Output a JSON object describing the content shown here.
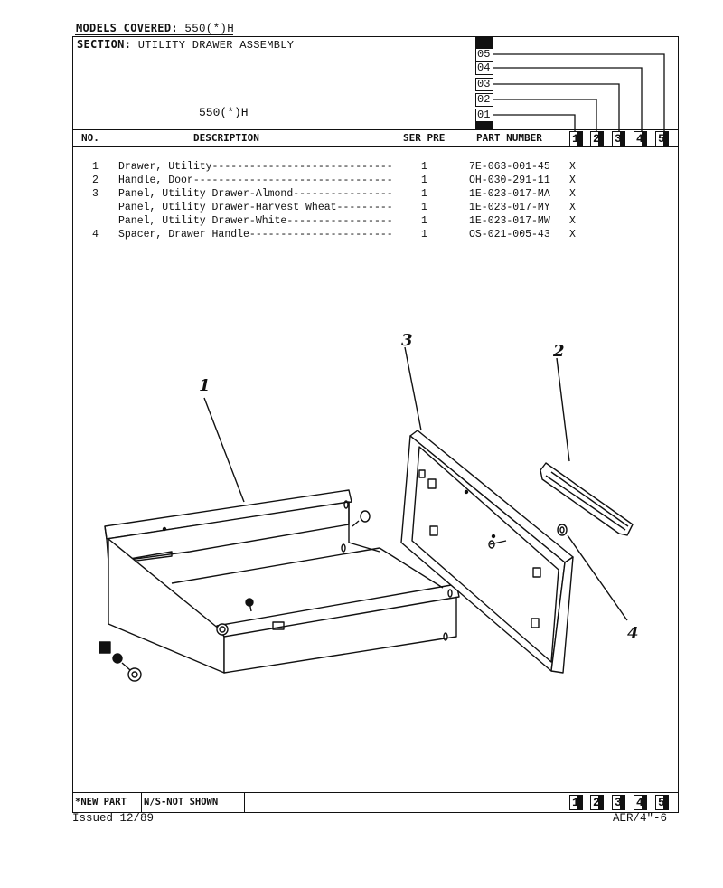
{
  "header": {
    "models_label": "MODELS COVERED:",
    "models_value": "550(*)H",
    "section_label": "SECTION:",
    "section_value": "UTILITY DRAWER ASSEMBLY",
    "model_center": "550(*)H",
    "variant_codes": [
      "05",
      "04",
      "03",
      "02",
      "01"
    ]
  },
  "columns": {
    "no": "NO.",
    "description": "DESCRIPTION",
    "ser_pre": "SER PRE",
    "part_number": "PART NUMBER",
    "variant_columns": [
      "1",
      "2",
      "3",
      "4",
      "5"
    ]
  },
  "parts": [
    {
      "no": "1",
      "description": "Drawer, Utility-----------------------------",
      "qty": "1",
      "part_number": "7E-063-001-45",
      "mark": "X"
    },
    {
      "no": "2",
      "description": "Handle, Door--------------------------------",
      "qty": "1",
      "part_number": "OH-030-291-11",
      "mark": "X"
    },
    {
      "no": "3",
      "description": "Panel, Utility Drawer-Almond----------------",
      "qty": "1",
      "part_number": "1E-023-017-MA",
      "mark": "X"
    },
    {
      "no": "",
      "description": "Panel, Utility Drawer-Harvest Wheat---------",
      "qty": "1",
      "part_number": "1E-023-017-MY",
      "mark": "X"
    },
    {
      "no": "",
      "description": "Panel, Utility Drawer-White-----------------",
      "qty": "1",
      "part_number": "1E-023-017-MW",
      "mark": "X"
    },
    {
      "no": "4",
      "description": "Spacer, Drawer Handle-----------------------",
      "qty": "1",
      "part_number": "OS-021-005-43",
      "mark": "X"
    }
  ],
  "diagram": {
    "callouts": [
      "1",
      "2",
      "3",
      "4"
    ]
  },
  "footer": {
    "new_part": "*NEW PART",
    "not_shown": "N/S-NOT SHOWN",
    "variant_columns": [
      "1",
      "2",
      "3",
      "4",
      "5"
    ],
    "issued": "Issued 12/89",
    "page_code": "AER/4\"-6"
  }
}
